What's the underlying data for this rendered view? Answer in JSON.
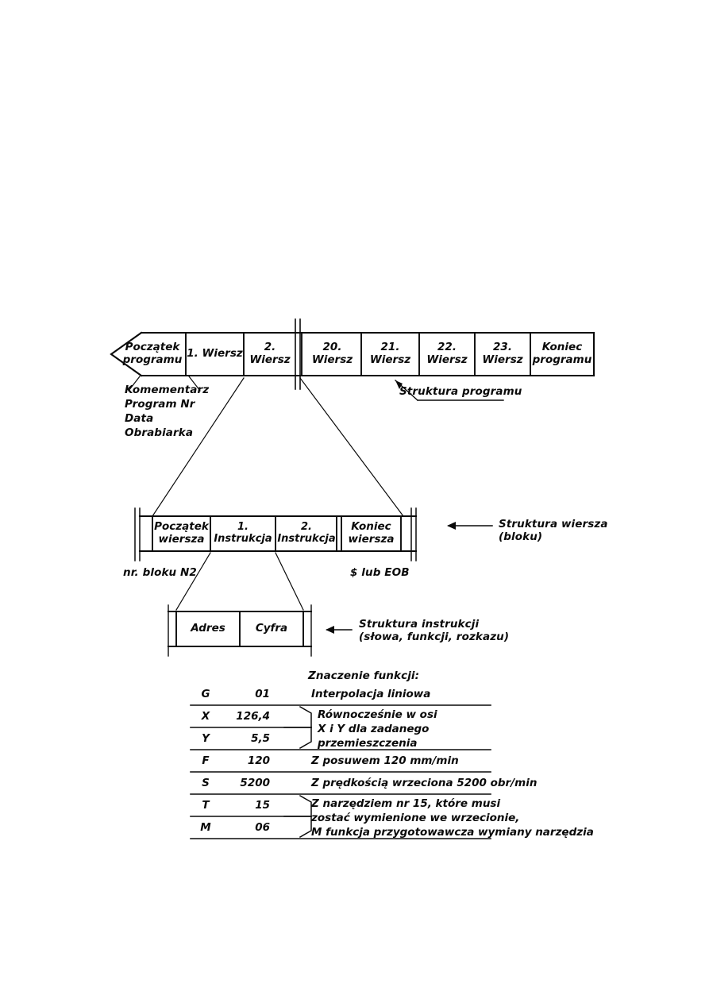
{
  "diagram": {
    "title_hidden": "",
    "program_row": {
      "name": "Struktura programu",
      "cells": [
        {
          "label": "Początek\nprogramu",
          "shape": "arrow-left"
        },
        {
          "label": "1. Wiersz",
          "shape": "rect"
        },
        {
          "label": "2. Wiersz",
          "shape": "rect"
        },
        {
          "label": "20. Wiersz",
          "shape": "rect"
        },
        {
          "label": "21. Wiersz",
          "shape": "rect"
        },
        {
          "label": "22. Wiersz",
          "shape": "rect"
        },
        {
          "label": "23. Wiersz",
          "shape": "rect"
        },
        {
          "label": "Koniec\nprogramu",
          "shape": "rect"
        }
      ],
      "callout": "Struktura programu",
      "header_notes": [
        "Komementarz",
        "Program Nr",
        "Data",
        "Obrabiarka"
      ]
    },
    "block_row": {
      "name": "Struktura wiersza (bloku)",
      "cells": [
        {
          "label": "Początek\nwiersza"
        },
        {
          "label": "1. Instrukcja"
        },
        {
          "label": "2. Instrukcja"
        },
        {
          "label": "Koniec\nwiersza"
        }
      ],
      "callout": "Struktura wiersza\n(bloku)",
      "left_note": "nr. bloku N2",
      "right_note": "$ lub EOB"
    },
    "instruction_row": {
      "name": "Struktura instrukcji",
      "cells": [
        {
          "label": "Adres"
        },
        {
          "label": "Cyfra"
        }
      ],
      "callout": "Struktura instrukcji\n(słowa, funkcji, rozkazu)"
    }
  },
  "function_table": {
    "header": "Znaczenie funkcji:",
    "rows": [
      {
        "symbol": "G",
        "value": "01",
        "meaning": "Interpolacja liniowa",
        "group": null
      },
      {
        "symbol": "X",
        "value": "126,4",
        "meaning": "",
        "group": "xy"
      },
      {
        "symbol": "Y",
        "value": "5,5",
        "meaning": "",
        "group": "xy"
      },
      {
        "symbol": "F",
        "value": "120",
        "meaning": "Z posuwem 120 mm/min",
        "group": null
      },
      {
        "symbol": "S",
        "value": "5200",
        "meaning": "Z prędkością wrzeciona 5200 obr/min",
        "group": null
      },
      {
        "symbol": "T",
        "value": "15",
        "meaning": "",
        "group": "tm"
      },
      {
        "symbol": "M",
        "value": "06",
        "meaning": "",
        "group": "tm"
      }
    ],
    "grouped_meanings": {
      "xy": "Równocześnie w osi\nX i Y dla zadanego\nprzemieszczenia",
      "tm": "Z narzędziem nr 15, które musi\nzostać wymienione we wrzecionie,\nM funkcja przygotowawcza wymiany narzędzia"
    }
  },
  "style": {
    "ink": "#0a0a0a",
    "paper": "#ffffff"
  }
}
